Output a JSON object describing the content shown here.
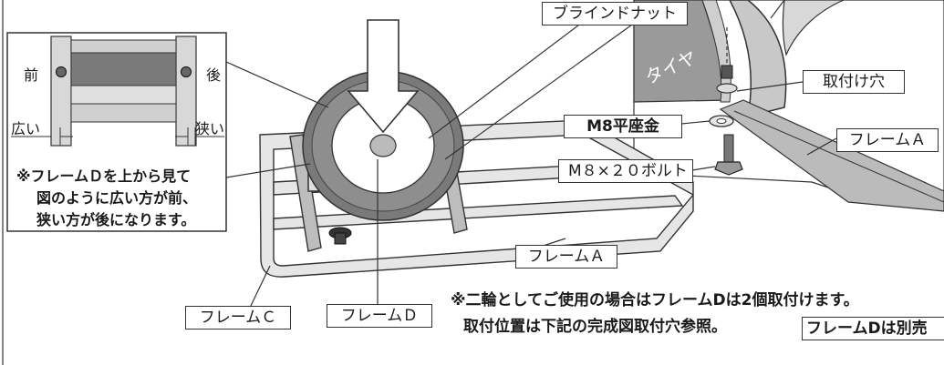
{
  "labels": {
    "blind_nut": "ブラインドナット",
    "mount_hole": "取付け穴",
    "washer": "M8平座金",
    "bolt": "M８×２０ボルト",
    "frame_a_right": "フレームＡ",
    "frame_a_lower": "フレームＡ",
    "frame_c": "フレームＣ",
    "frame_d": "フレームＤ",
    "tire": "タイヤ",
    "frame_d_sold_separately": "フレームDは別売"
  },
  "inset": {
    "front": "前",
    "back": "後",
    "wide": "広い",
    "narrow": "狭い",
    "note_line1": "※フレームＤを上から見て",
    "note_line2": "図のように広い方が前、",
    "note_line3": "狭い方が後になります。"
  },
  "notes": {
    "line1": "※二輪としてご使用の場合はフレームDは2個取付けます。",
    "line2": "取付位置は下記の完成図取付穴参照。"
  }
}
